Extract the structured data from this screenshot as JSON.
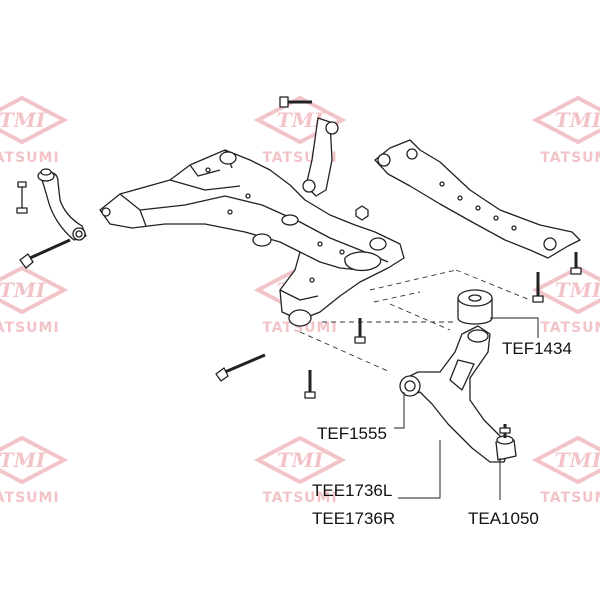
{
  "watermark": {
    "logo_text": "TMI",
    "brand_text": "TATSUMI",
    "color": "#f2c4c8"
  },
  "labels": {
    "tef1434": "TEF1434",
    "tef1555": "TEF1555",
    "tee1736l": "TEE1736L",
    "tee1736r": "TEE1736R",
    "tea1050": "TEA1050"
  },
  "line_color": "#222222"
}
